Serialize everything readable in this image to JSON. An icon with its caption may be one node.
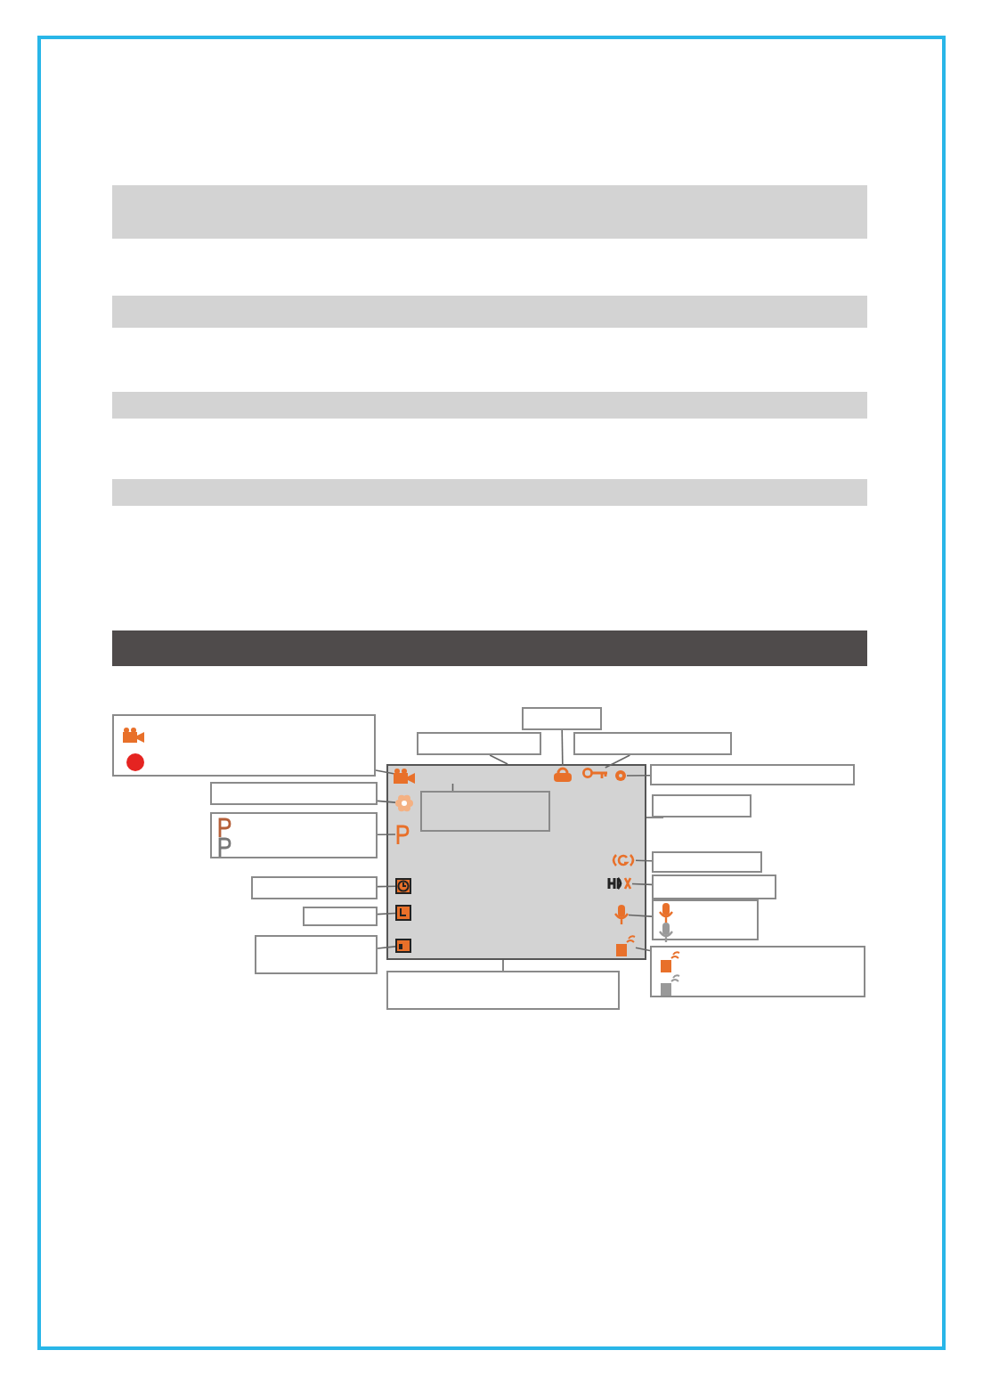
{
  "diagram": {
    "nodes": [
      {
        "text": [],
        "shape": "bar"
      },
      {
        "text": [],
        "shape": "bar"
      },
      {
        "text": [],
        "shape": "bar"
      },
      {
        "text": [],
        "shape": "bar"
      },
      {
        "text": [],
        "shape": "bar"
      },
      {
        "text": [],
        "shape": "box"
      },
      {
        "text": [],
        "shape": "box"
      },
      {
        "text": [],
        "shape": "box"
      },
      {
        "text": [],
        "shape": "box"
      },
      {
        "text": [],
        "shape": "box"
      },
      {
        "text": [],
        "shape": "box"
      },
      {
        "text": [],
        "shape": "box"
      },
      {
        "text": [],
        "shape": "box"
      },
      {
        "text": [],
        "shape": "box"
      },
      {
        "text": [],
        "shape": "box"
      },
      {
        "text": [],
        "shape": "box"
      },
      {
        "text": [],
        "shape": "box"
      },
      {
        "text": [],
        "shape": "box"
      },
      {
        "text": [],
        "shape": "box"
      },
      {
        "text": [],
        "shape": "box"
      },
      {
        "text": [],
        "shape": "box"
      },
      {
        "text": [],
        "shape": "screen"
      },
      {
        "text": [],
        "shape": "box",
        "in": 21
      },
      {
        "text": [],
        "shape": "camera",
        "in": 21
      },
      {
        "text": [],
        "shape": "flower",
        "in": 21
      },
      {
        "text": [],
        "shape": "parking",
        "in": 21
      },
      {
        "text": [],
        "shape": "clock",
        "in": 21
      },
      {
        "text": [],
        "shape": "memory",
        "in": 21
      },
      {
        "text": [],
        "shape": "battery",
        "in": 21
      },
      {
        "text": [],
        "shape": "lock",
        "in": 21
      },
      {
        "text": [],
        "shape": "key",
        "in": 21
      },
      {
        "text": [],
        "shape": "gear",
        "in": 21
      },
      {
        "text": [],
        "shape": "gsensor",
        "in": 21
      },
      {
        "text": [],
        "shape": "hdr",
        "in": 21
      },
      {
        "text": [],
        "shape": "microphone",
        "in": 21
      },
      {
        "text": [],
        "shape": "signal",
        "in": 21
      }
    ],
    "edges": [
      {
        "from": 5,
        "to": 23,
        "arrow": "none"
      },
      {
        "from": 6,
        "to": 24,
        "arrow": "none"
      },
      {
        "from": 7,
        "to": 25,
        "arrow": "none"
      },
      {
        "from": 8,
        "to": 26,
        "arrow": "none"
      },
      {
        "from": 9,
        "to": 27,
        "arrow": "none"
      },
      {
        "from": 10,
        "to": 28,
        "arrow": "none"
      },
      {
        "from": 11,
        "to": 21,
        "arrow": "none"
      },
      {
        "from": 12,
        "to": 29,
        "arrow": "none"
      },
      {
        "from": 13,
        "to": 30,
        "arrow": "none"
      },
      {
        "from": 14,
        "to": 31,
        "arrow": "none"
      },
      {
        "from": 15,
        "to": 21,
        "arrow": "none"
      },
      {
        "from": 16,
        "to": 32,
        "arrow": "none"
      },
      {
        "from": 17,
        "to": 33,
        "arrow": "none"
      },
      {
        "from": 18,
        "to": 34,
        "arrow": "none"
      },
      {
        "from": 19,
        "to": 35,
        "arrow": "none"
      },
      {
        "from": 20,
        "to": 21,
        "arrow": "none"
      },
      {
        "from": 22,
        "to": null,
        "arrow": "none"
      }
    ]
  }
}
